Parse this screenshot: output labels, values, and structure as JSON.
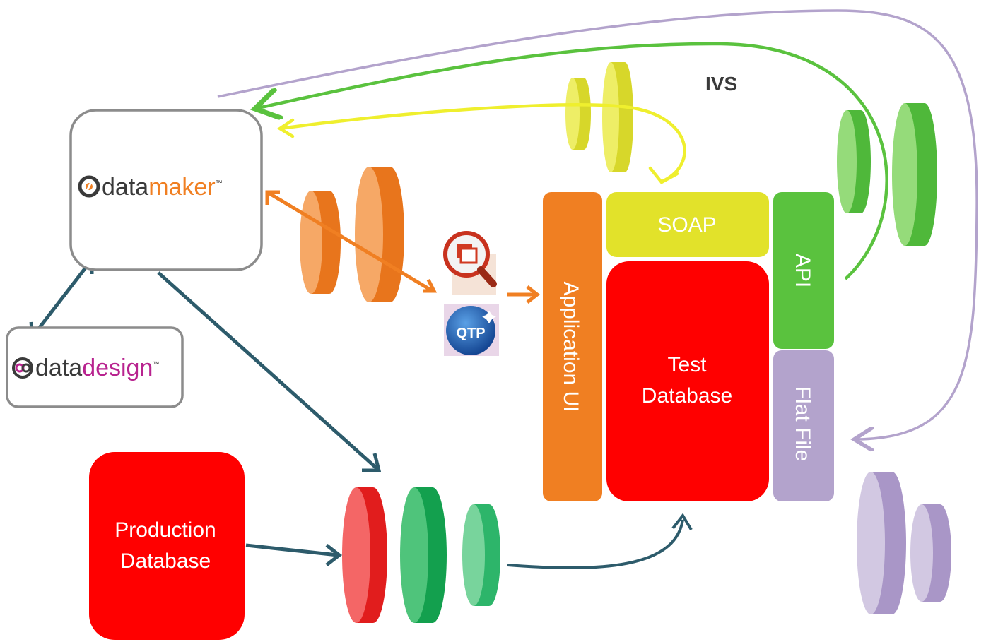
{
  "logos": {
    "datamaker": {
      "part1": "data",
      "part2": "maker",
      "tm": "™"
    },
    "datadesign": {
      "part1": "data",
      "part2": "design",
      "tm": "™"
    }
  },
  "tools": {
    "qtp": "QTP"
  },
  "labels": {
    "ivs": "IVS",
    "soap": "SOAP",
    "api": "API",
    "flat_file": "Flat File",
    "application_ui": "Application UI",
    "test_database_line1": "Test",
    "test_database_line2": "Database",
    "production_database_line1": "Production",
    "production_database_line2": "Database"
  },
  "colors": {
    "orange": "#f07f22",
    "yellow": "#e2e22a",
    "green": "#5ac23e",
    "purple": "#b3a3cc",
    "red": "#ff0000",
    "dark_teal": "#2d5b6b",
    "gray_border": "#8c8c8c",
    "dark_green": "#13a04e"
  }
}
